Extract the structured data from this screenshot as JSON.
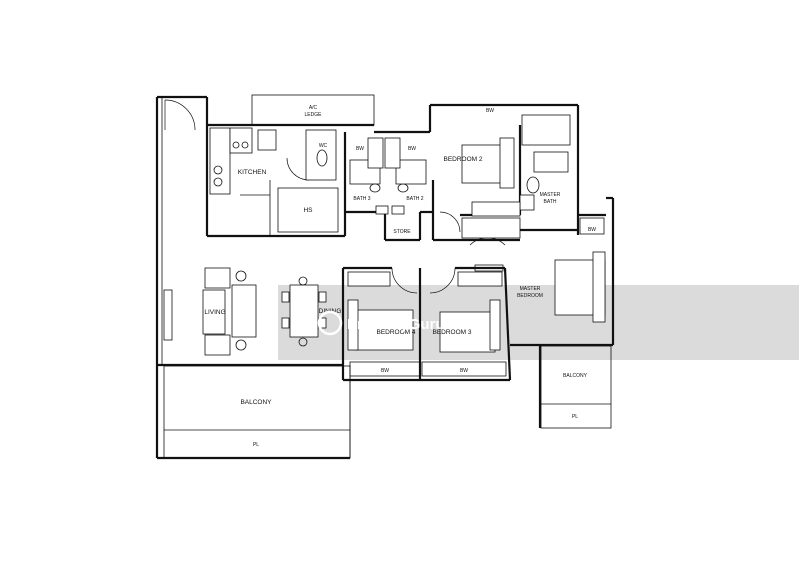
{
  "rooms": {
    "ac_ledge": "A/C\nLEDGE",
    "kitchen": "KITCHEN",
    "wc": "WC",
    "hs": "HS",
    "bath3": "BATH 3",
    "bath2": "BATH 2",
    "store": "STORE",
    "bedroom2": "BEDROOM 2",
    "master_bath": "MASTER\nBATH",
    "living": "LIVING",
    "dining": "DINING",
    "bedroom4": "BEDROOM 4",
    "bedroom3": "BEDROOM 3",
    "master_bedroom": "MASTER\nBEDROOM",
    "balcony_main": "BALCONY",
    "pl_main": "PL",
    "balcony_master": "BALCONY",
    "pl_master": "PL"
  },
  "wardrobes": {
    "bw_bath3": "BW",
    "bw_bath2": "BW",
    "bw_bed2": "BW",
    "bw_master": "BW",
    "bw_bed4": "BW",
    "bw_bed3": "BW"
  },
  "watermark": "PropertyGuru"
}
